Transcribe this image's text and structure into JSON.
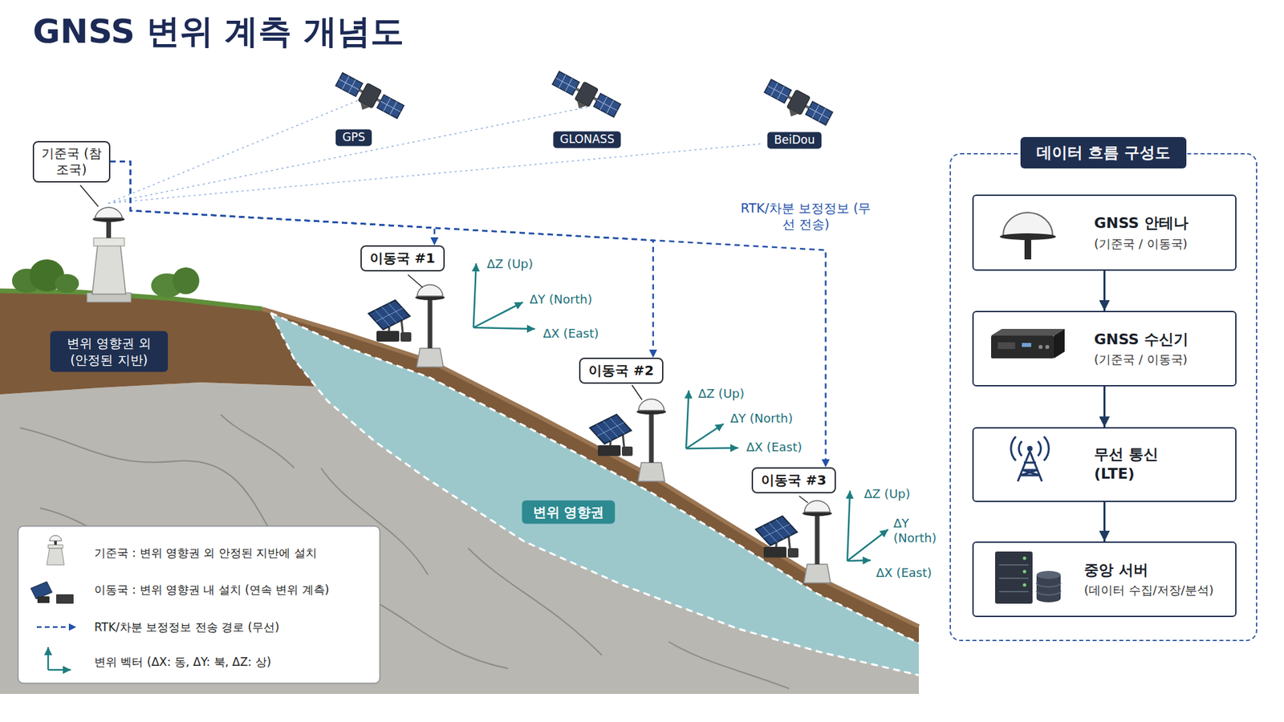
{
  "diagram": {
    "title": "GNSS 변위 계측 개념도",
    "nodes": [
      {
        "text": [
          "GPS"
        ]
      },
      {
        "text": [
          "GLONASS"
        ]
      },
      {
        "text": [
          "BeiDou"
        ]
      },
      {
        "text": [
          "기준국 (참조국)"
        ]
      },
      {
        "text": [
          "변위 영향권 외 (안정된 지반)"
        ]
      },
      {
        "text": [
          "이동국 #1"
        ]
      },
      {
        "text": [
          "이동국 #2"
        ]
      },
      {
        "text": [
          "이동국 #3"
        ]
      },
      {
        "text": [
          "변위 영향권"
        ]
      },
      {
        "text": [
          "데이터 흐름 구성도"
        ]
      },
      {
        "text": [
          "GNSS 안테나",
          "(기준국 / 이동국)"
        ],
        "in": 9
      },
      {
        "text": [
          "GNSS 수신기",
          "(기준국 / 이동국)"
        ],
        "in": 9
      },
      {
        "text": [
          "무선 통신 (LTE)"
        ],
        "in": 9
      },
      {
        "text": [
          "중앙 서버",
          "(데이터 수집/저장/분석)"
        ],
        "in": 9
      }
    ],
    "edges": [
      {
        "from": 3,
        "to": 5,
        "arrow": "to"
      },
      {
        "from": 3,
        "to": 6,
        "arrow": "to"
      },
      {
        "from": 3,
        "to": 7,
        "arrow": "to"
      },
      {
        "from": 10,
        "to": 11,
        "arrow": "to"
      },
      {
        "from": 11,
        "to": 12,
        "arrow": "to"
      },
      {
        "from": 12,
        "to": 13,
        "arrow": "to"
      }
    ],
    "labels": [
      "RTK/차분 보정정보 (무선 전송)",
      "ΔZ (Up)",
      "ΔY (North)",
      "ΔX (East)",
      "ΔZ (Up)",
      "ΔY (North)",
      "ΔX (East)",
      "ΔZ (Up)",
      "ΔY (North)",
      "ΔX (East)"
    ],
    "legend": [
      {
        "text": "기준국 : 변위 영향권 외 안정된 지반에 설치"
      },
      {
        "text": "이동국 : 변위 영향권 내 설치 (연속 변위 계측)"
      },
      {
        "text": "RTK/차분 보정정보 전송 경로 (무선)"
      },
      {
        "text": "변위 벡터 (ΔX: 동, ΔY: 북, ΔZ: 상)"
      }
    ]
  }
}
